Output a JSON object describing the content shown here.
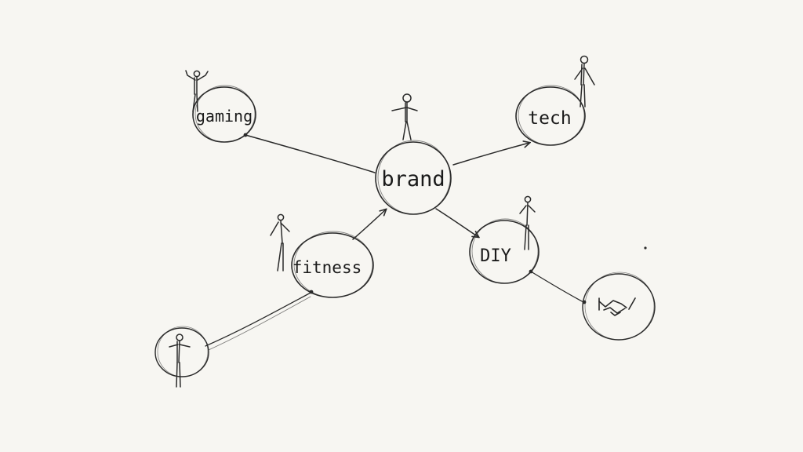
{
  "diagram": {
    "nodes": {
      "brand": {
        "label": "brand"
      },
      "gaming": {
        "label": "gaming"
      },
      "tech": {
        "label": "tech"
      },
      "fitness": {
        "label": "fitness"
      },
      "diy": {
        "label": "DIY"
      },
      "person_circle": {
        "label": ""
      },
      "handshake_circle": {
        "label": ""
      }
    },
    "edges": [
      {
        "from": "gaming",
        "to": "brand",
        "arrow": false
      },
      {
        "from": "brand",
        "to": "tech",
        "arrow": true
      },
      {
        "from": "fitness",
        "to": "brand",
        "arrow": true
      },
      {
        "from": "brand",
        "to": "diy",
        "arrow": true
      },
      {
        "from": "person_circle",
        "to": "fitness",
        "arrow": false
      },
      {
        "from": "diy",
        "to": "handshake_circle",
        "arrow": false
      }
    ],
    "icons": [
      "stick-figure-icon",
      "handshake-icon"
    ],
    "colors": {
      "background": "#f7f6f2",
      "ink": "#2a2a2a"
    }
  }
}
